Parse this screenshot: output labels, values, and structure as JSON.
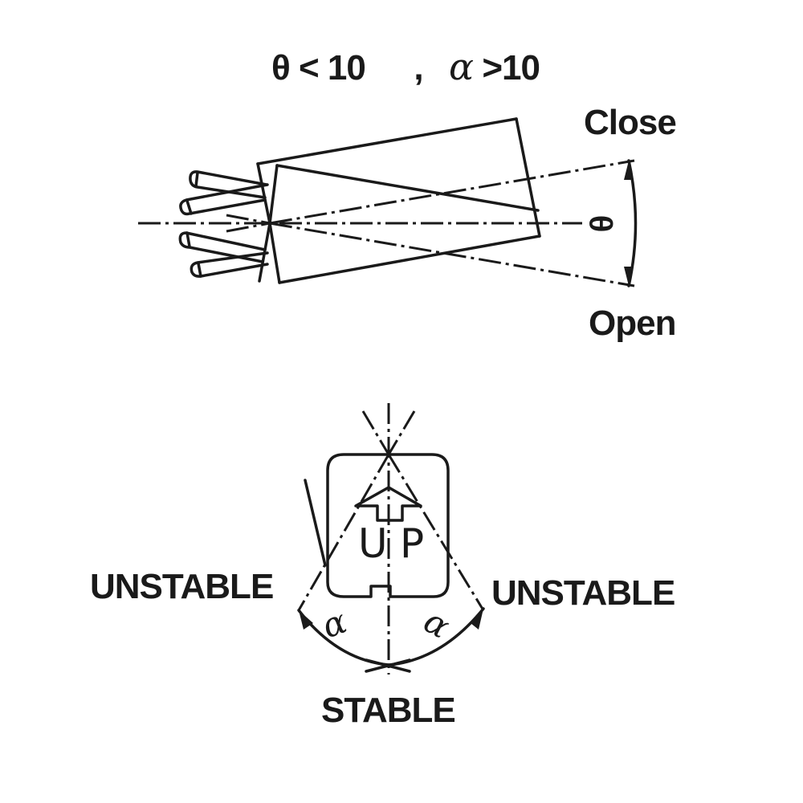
{
  "title": {
    "theta_part": "θ < 10",
    "separator": ",",
    "alpha_symbol": "α",
    "alpha_part": ">10"
  },
  "top_diagram": {
    "close_label": "Close",
    "open_label": "Open",
    "angle_symbol": "θ"
  },
  "bottom_diagram": {
    "up_letters": [
      "U",
      "P"
    ],
    "unstable_left_label": "UNSTABLE",
    "unstable_right_label": "UNSTABLE",
    "stable_label": "STABLE",
    "angle_left_symbol": "α",
    "angle_right_symbol": "α"
  },
  "colors": {
    "line": "#1a1a1a",
    "background": "#ffffff"
  }
}
